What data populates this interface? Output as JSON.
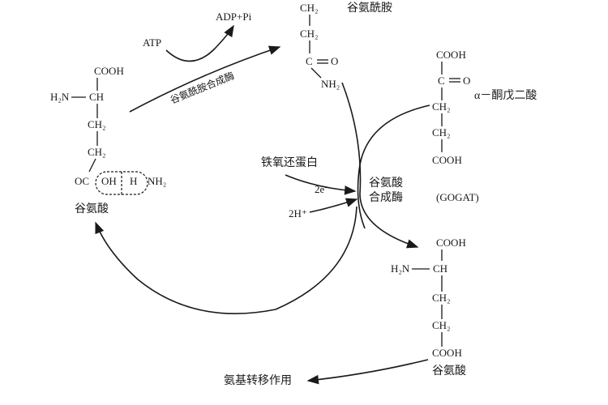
{
  "cycle": {
    "atp": "ATP",
    "adp_pi": "ADP+Pi",
    "glutamine_synthetase": "谷氨酰胺合成酶",
    "ferredoxin": "铁氧还蛋白",
    "electrons": "2e⁻",
    "protons": "2H⁺",
    "gogat_name_line1": "谷氨酸",
    "gogat_name_line2": "合成酶",
    "gogat_abbr": "(GOGAT)",
    "transamination": "氨基转移作用"
  },
  "glutamate_left": {
    "cooh": "COOH",
    "h2n": "H₂N",
    "ch": "CH",
    "ch2_a": "CH₂",
    "ch2_b": "CH₂",
    "oc": "OC",
    "oh": "OH",
    "h": "H",
    "nh2": "NH₂",
    "name": "谷氨酸"
  },
  "glutamine": {
    "ch2_top": "CH₂",
    "ch2": "CH₂",
    "c": "C",
    "o": "O",
    "nh2": "NH₂",
    "name": "谷氨酰胺"
  },
  "ketoglutarate": {
    "cooh_top": "COOH",
    "c": "C",
    "o": "O",
    "ch2_a": "CH₂",
    "ch2_b": "CH₂",
    "cooh_bottom": "COOH",
    "name": "α－酮戊二酸"
  },
  "glutamate_right": {
    "cooh_top": "COOH",
    "h2n": "H₂N",
    "ch": "CH",
    "ch2_a": "CH₂",
    "ch2_b": "CH₂",
    "cooh_bottom": "COOH",
    "name": "谷氨酸"
  }
}
